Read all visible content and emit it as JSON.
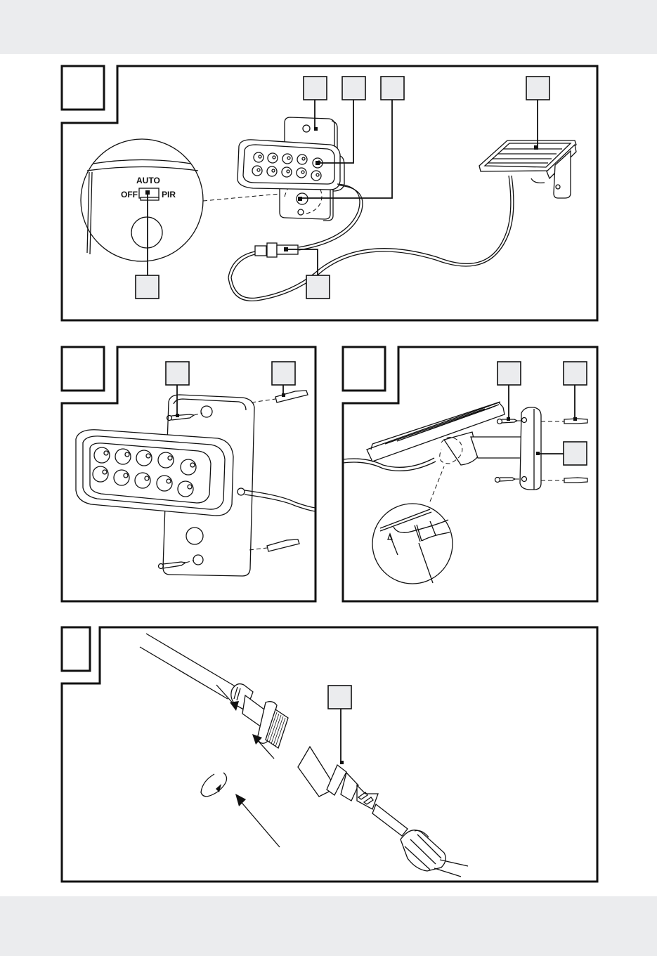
{
  "page": {
    "type": "instruction-manual-illustration",
    "background_band_color": "#ebecee",
    "label_box_fill": "#ebecee"
  },
  "figures": [
    {
      "id": "figure-1",
      "number": "",
      "description": "Overview: LED spotlight with motion sensor, solar panel, cable connector",
      "labels": [
        "",
        "",
        "",
        "",
        "",
        ""
      ],
      "switch_detail": {
        "top_label": "AUTO",
        "left_label": "OFF",
        "right_label": "PIR"
      }
    },
    {
      "id": "figure-2",
      "number": "",
      "description": "Wall mounting of LED spotlight with screws and dowels",
      "labels": [
        "",
        ""
      ]
    },
    {
      "id": "figure-3",
      "number": "",
      "description": "Wall mounting of solar panel bracket with screws and dowels",
      "labels": [
        "",
        "",
        ""
      ]
    },
    {
      "id": "figure-4",
      "number": "",
      "description": "Connecting the cable plug and tightening the screw cap",
      "labels": [
        ""
      ]
    }
  ]
}
